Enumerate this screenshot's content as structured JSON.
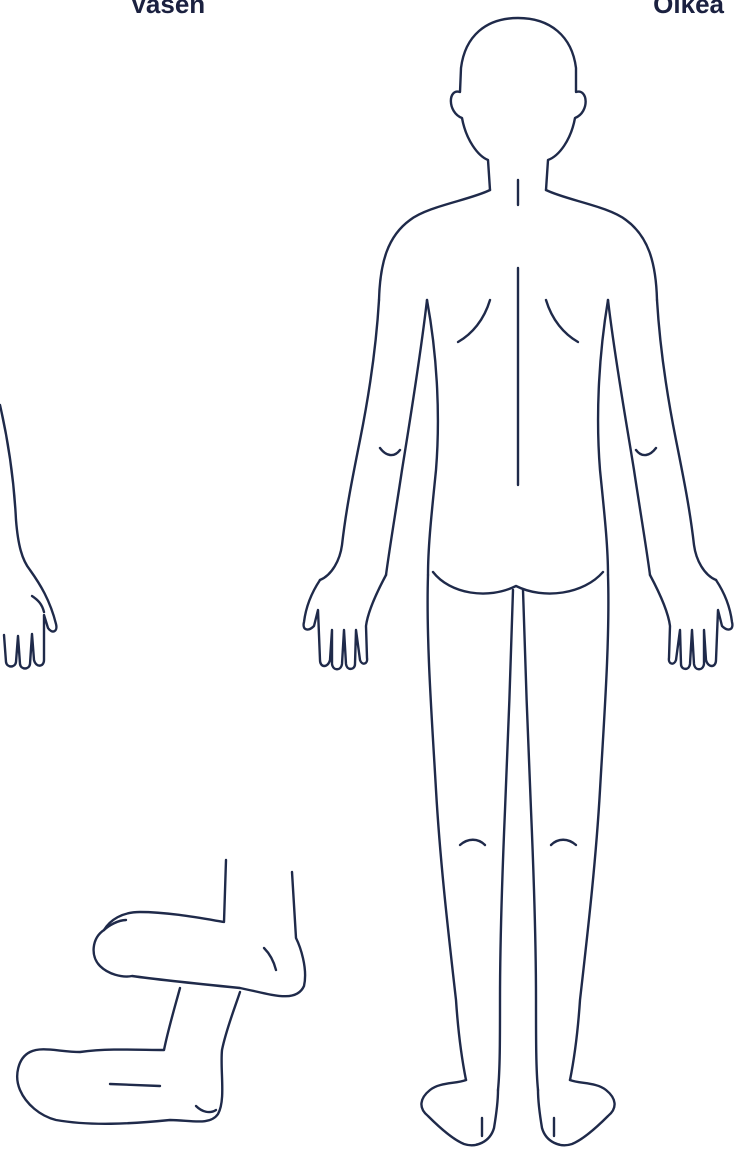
{
  "labels": {
    "left": "Vasen",
    "right": "Oikea"
  },
  "colors": {
    "outline": "#1f2a4a",
    "label": "#1b2140",
    "background": "#ffffff"
  },
  "figure": {
    "view": "back",
    "parts": [
      "head",
      "torso",
      "left-arm",
      "right-arm",
      "left-leg",
      "right-leg",
      "partial-left-arm",
      "detached-feet"
    ]
  }
}
